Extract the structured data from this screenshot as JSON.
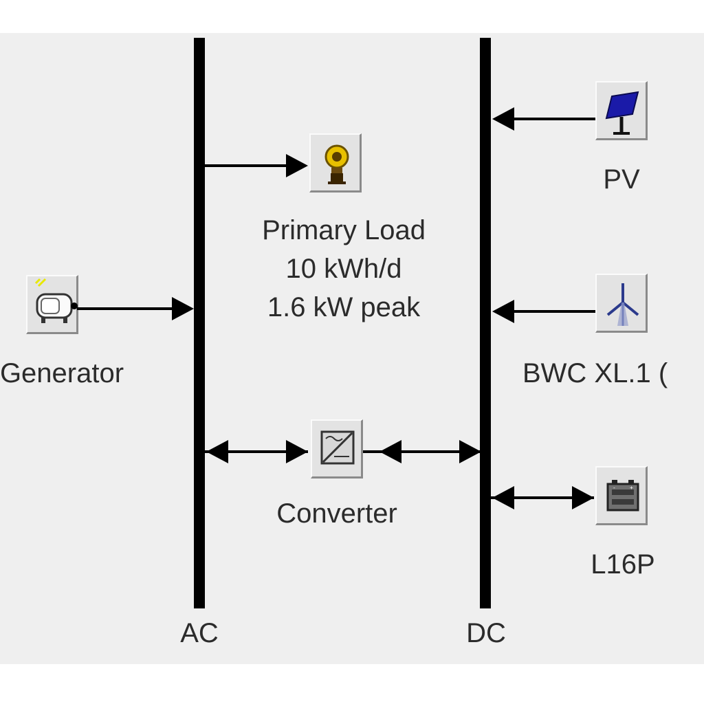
{
  "buses": {
    "ac_label": "AC",
    "dc_label": "DC"
  },
  "components": {
    "primary_load": {
      "name": "Primary Load",
      "energy": "10 kWh/d",
      "peak": "1.6 kW peak",
      "icon": "light-bulb-icon"
    },
    "generator": {
      "name": "Generator",
      "icon": "generator-icon"
    },
    "converter": {
      "name": "Converter",
      "icon": "converter-icon"
    },
    "pv": {
      "name": "PV",
      "icon": "solar-panel-icon"
    },
    "wind": {
      "name": "BWC XL.1 (",
      "icon": "wind-turbine-icon"
    },
    "battery": {
      "name": "L16P",
      "icon": "battery-icon"
    }
  },
  "colors": {
    "background": "#efefef",
    "line": "#000000",
    "solar_panel": "#1a1aa8",
    "bulb": "#e8c000",
    "wind": "#2b3a8c"
  }
}
